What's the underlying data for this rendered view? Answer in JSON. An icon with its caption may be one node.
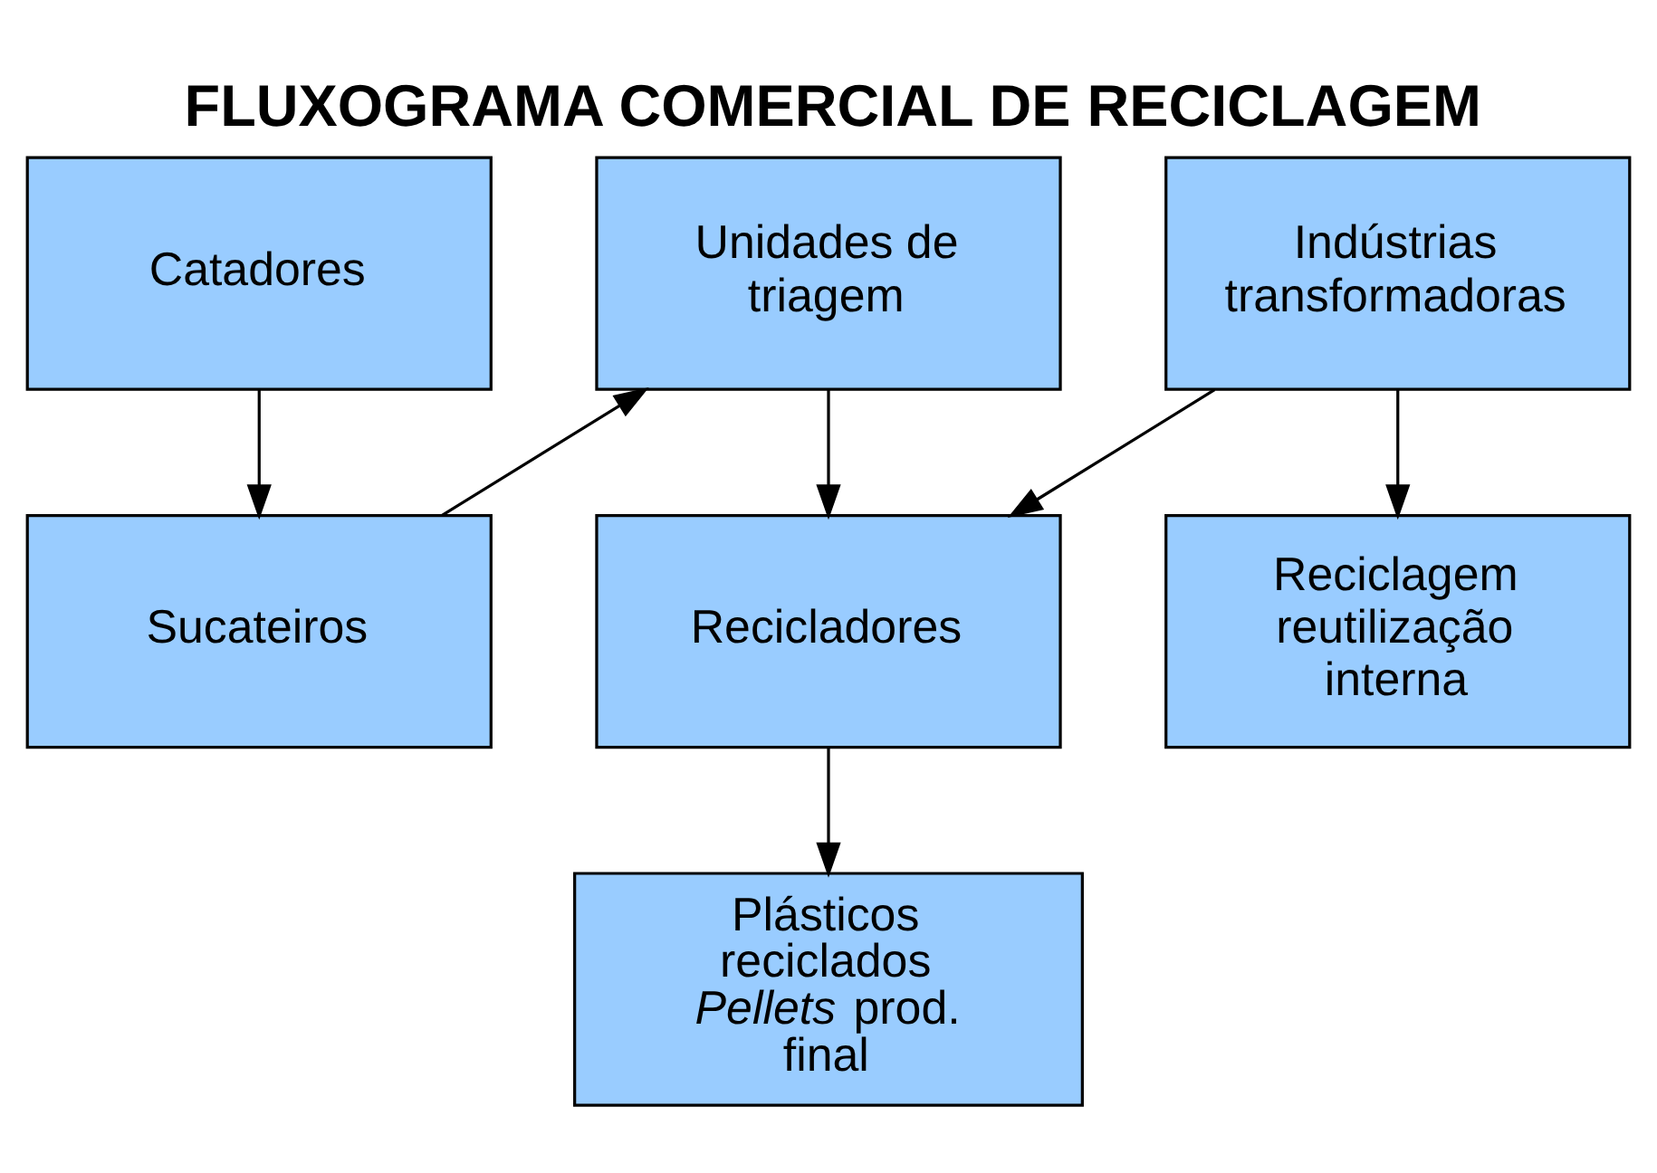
{
  "diagram": {
    "title": "FLUXOGRAMA COMERCIAL DE RECICLAGEM",
    "nodes": [
      {
        "text": [
          "Catadores"
        ]
      },
      {
        "text": [
          "Unidades de triagem"
        ]
      },
      {
        "text": [
          "Indústrias transformadoras"
        ]
      },
      {
        "text": [
          "Sucateiros"
        ]
      },
      {
        "text": [
          "Recicladores"
        ]
      },
      {
        "text": [
          "Reciclagem reutilização interna"
        ]
      },
      {
        "text": [
          "Plásticos reciclados *Pellets* prod. final"
        ]
      }
    ],
    "edges": [
      {
        "from": 0,
        "to": 3,
        "arrow": "to"
      },
      {
        "from": 3,
        "to": 1,
        "arrow": "to"
      },
      {
        "from": 1,
        "to": 4,
        "arrow": "to"
      },
      {
        "from": 2,
        "to": 4,
        "arrow": "to"
      },
      {
        "from": 2,
        "to": 5,
        "arrow": "to"
      },
      {
        "from": 4,
        "to": 6,
        "arrow": "to"
      }
    ]
  }
}
